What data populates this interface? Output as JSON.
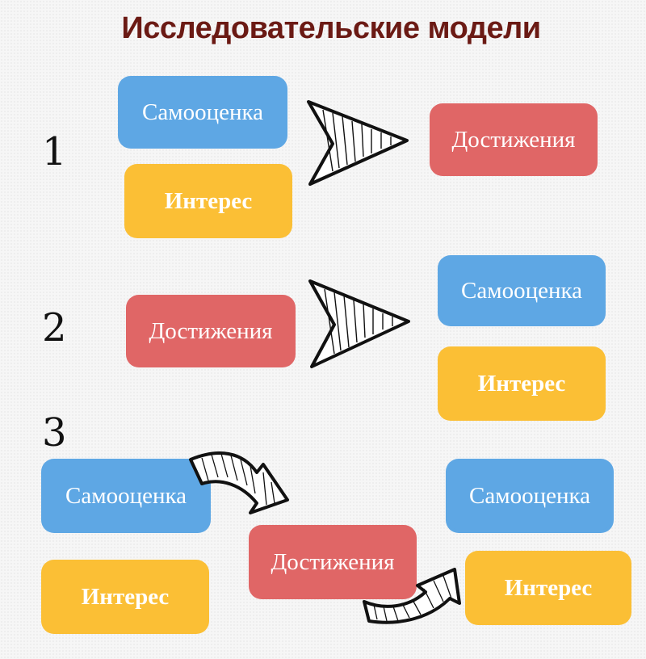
{
  "title": "Исследовательские модели",
  "labels": {
    "self_esteem": "Самооценка",
    "interest": "Интерес",
    "achievement": "Достижения"
  },
  "models": [
    {
      "number": "1"
    },
    {
      "number": "2"
    },
    {
      "number": "3"
    }
  ],
  "colors": {
    "title": "#6b1a14",
    "blue": "#5ea7e4",
    "yellow": "#fbbf35",
    "red": "#e06666",
    "ink": "#111111"
  }
}
